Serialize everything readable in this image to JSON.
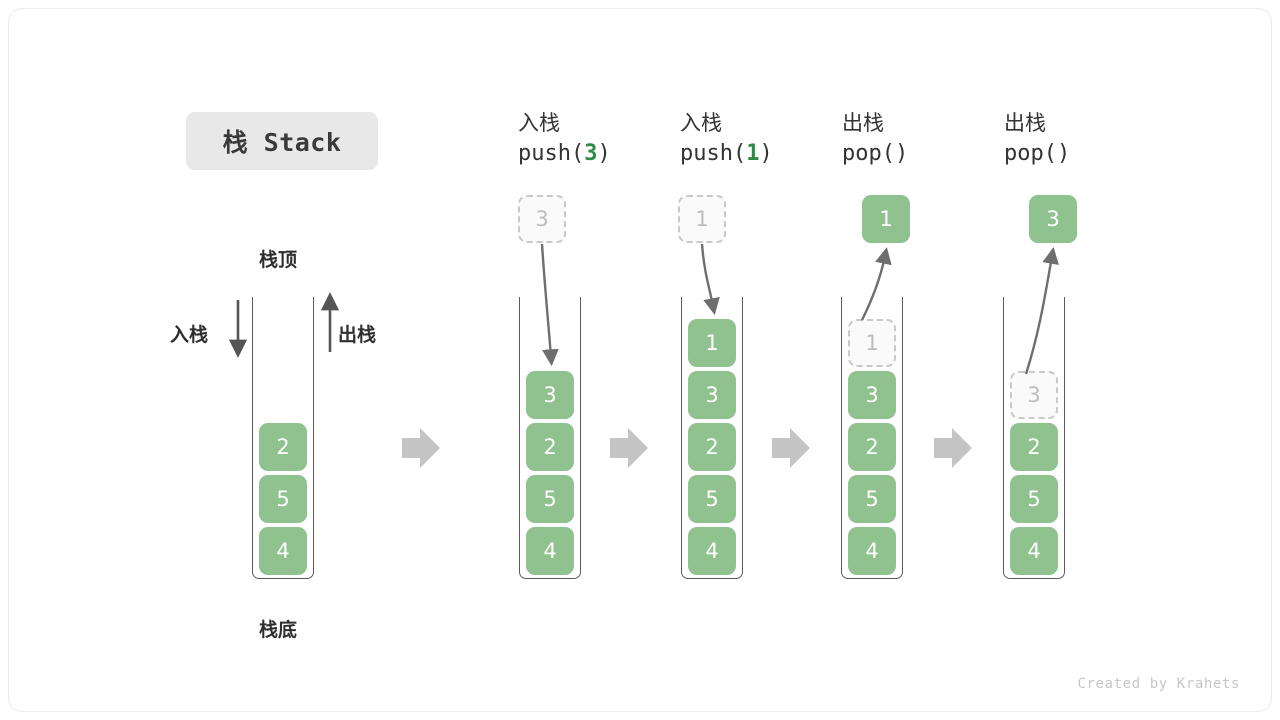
{
  "title": {
    "badge": "栈 Stack"
  },
  "labels": {
    "top": "栈顶",
    "bottom": "栈底",
    "push": "入栈",
    "pop": "出栈"
  },
  "colors": {
    "cell_fill": "#8fc28f",
    "cell_text": "#ffffff",
    "ghost_border": "#c9c9c9",
    "ghost_text": "#bdbdbd",
    "accent_green": "#2e8b45",
    "arrow_gray": "#c0c0c0",
    "curve_gray": "#6e6e6e",
    "badge_bg": "#e8e8e8"
  },
  "initial_stack": {
    "name": "栈 Stack",
    "cells": [
      "2",
      "5",
      "4"
    ],
    "push_label": "入栈",
    "pop_label": "出栈",
    "top_label": "栈顶",
    "bottom_label": "栈底"
  },
  "steps": [
    {
      "id": "push-3",
      "op_cn": "入栈",
      "op_code_prefix": "push(",
      "op_code_arg": "3",
      "op_code_suffix": ")",
      "incoming_ghost": "3",
      "cells": [
        "3",
        "2",
        "5",
        "4"
      ],
      "arrow_direction": "down"
    },
    {
      "id": "push-1",
      "op_cn": "入栈",
      "op_code_prefix": "push(",
      "op_code_arg": "1",
      "op_code_suffix": ")",
      "incoming_ghost": "1",
      "cells": [
        "1",
        "3",
        "2",
        "5",
        "4"
      ],
      "arrow_direction": "down"
    },
    {
      "id": "pop-1",
      "op_cn": "出栈",
      "op_code_prefix": "pop(",
      "op_code_arg": "",
      "op_code_suffix": ")",
      "outgoing_value": "1",
      "ghost_in_stack": "1",
      "cells": [
        "3",
        "2",
        "5",
        "4"
      ],
      "arrow_direction": "up"
    },
    {
      "id": "pop-3",
      "op_cn": "出栈",
      "op_code_prefix": "pop(",
      "op_code_arg": "",
      "op_code_suffix": ")",
      "outgoing_value": "3",
      "ghost_in_stack": "3",
      "cells": [
        "2",
        "5",
        "4"
      ],
      "arrow_direction": "up"
    }
  ],
  "footer": {
    "credit": "Created by Krahets"
  }
}
